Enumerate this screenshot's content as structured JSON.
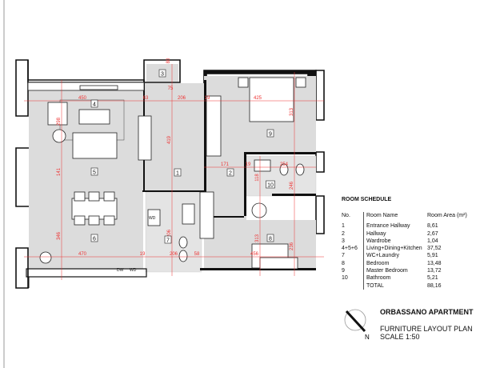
{
  "plan": {
    "rooms": [
      {
        "no": "1"
      },
      {
        "no": "2"
      },
      {
        "no": "3"
      },
      {
        "no": "4"
      },
      {
        "no": "5"
      },
      {
        "no": "6"
      },
      {
        "no": "7"
      },
      {
        "no": "8"
      },
      {
        "no": "9"
      },
      {
        "no": "10"
      }
    ],
    "fixtures": {
      "wd1": "WD",
      "dw": "DW",
      "wd2": "WD"
    },
    "dimensions": [
      "450",
      "63",
      "206",
      "19",
      "425",
      "313",
      "171",
      "19",
      "254",
      "118",
      "246",
      "419",
      "298",
      "141",
      "346",
      "470",
      "19",
      "206",
      "58",
      "456",
      "313",
      "236",
      "206",
      "80",
      "75"
    ]
  },
  "schedule": {
    "title": "ROOM SCHEDULE",
    "headers": {
      "no": "No.",
      "name": "Room Name",
      "area": "Room Area (m²)"
    },
    "rows": [
      {
        "no": "1",
        "name": "Entrance Hallway",
        "area": "8,61"
      },
      {
        "no": "2",
        "name": "Hallway",
        "area": "2,67"
      },
      {
        "no": "3",
        "name": "Wardrobe",
        "area": "1,04"
      },
      {
        "no": "4+5+6",
        "name": "Living+Dining+Kitchen",
        "area": "37,52"
      },
      {
        "no": "7",
        "name": "WC+Laundry",
        "area": "5,91"
      },
      {
        "no": "8",
        "name": "Bedroom",
        "area": "13,48"
      },
      {
        "no": "9",
        "name": "Master Bedroom",
        "area": "13,72"
      },
      {
        "no": "10",
        "name": "Bathroom",
        "area": "5,21"
      },
      {
        "no": "",
        "name": "TOTAL",
        "area": "88,16"
      }
    ]
  },
  "title_block": {
    "project": "ORBASSANO APARTMENT",
    "drawing": "FURNITURE LAYOUT PLAN",
    "scale": "SCALE 1:50",
    "north_label": "N"
  }
}
